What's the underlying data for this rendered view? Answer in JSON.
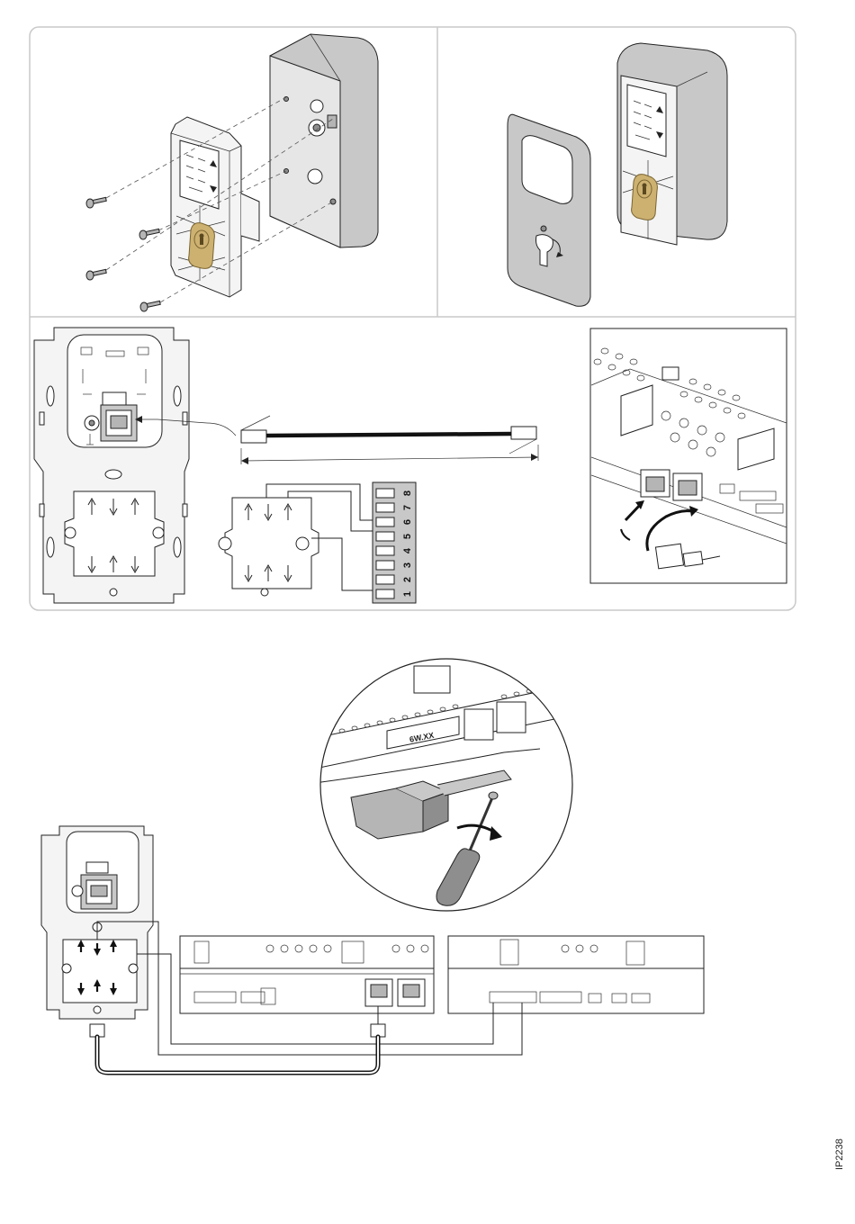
{
  "terminal_block": {
    "labels": [
      "1",
      "2",
      "3",
      "4",
      "5",
      "6",
      "7",
      "8"
    ]
  },
  "controller_label": "6W.XX",
  "figure_id": "IP2238",
  "colors": {
    "line": "#222222",
    "panel_fill": "#f4f4f4",
    "housing_grey": "#c8c8c8",
    "cylinder_brass": "#cdb171",
    "cable": "#1a1a1a"
  }
}
